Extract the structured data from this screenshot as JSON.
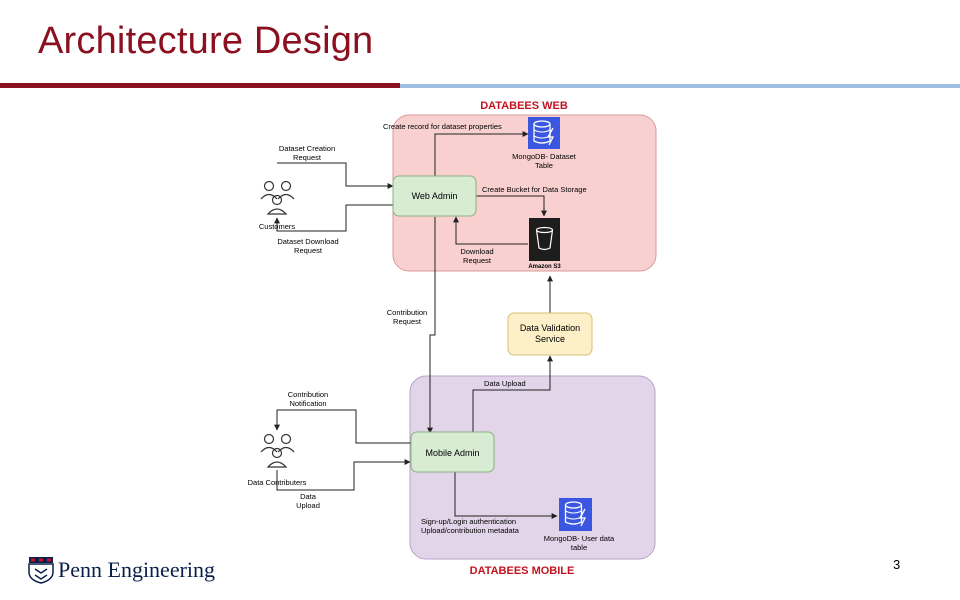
{
  "slide": {
    "title": "Architecture Design",
    "page_number": "3",
    "logo_text": "Penn Engineering"
  },
  "diagram": {
    "web_region_title": "DATABEES WEB",
    "mobile_region_title": "DATABEES MOBILE",
    "nodes": {
      "web_admin": "Web Admin",
      "mobile_admin": "Mobile Admin",
      "validation_line1": "Data  Validation",
      "validation_line2": "Service",
      "mongodb_dataset_line1": "MongoDB- Dataset",
      "mongodb_dataset_line2": "Table",
      "amazon_s3": "Amazon S3",
      "mongodb_user_line1": "MongoDB- User data",
      "mongodb_user_line2": "table",
      "customers": "Customers",
      "data_contributers": "Data Contributers"
    },
    "edges": {
      "dataset_creation_line1": "Dataset Creation",
      "dataset_creation_line2": "Request",
      "dataset_download_line1": "Dataset Download",
      "dataset_download_line2": "Request",
      "create_record": "Create record for dataset properties",
      "create_bucket": "Create Bucket for Data Storage",
      "download_request_line1": "Download",
      "download_request_line2": "Request",
      "contribution_request_line1": "Contribution",
      "contribution_request_line2": "Request",
      "data_upload_top": "Data Upload",
      "contribution_notification_line1": "Contribution",
      "contribution_notification_line2": "Notification",
      "data_upload_line1": "Data",
      "data_upload_line2": "Upload",
      "signup_line1": "Sign-up/Login authentication",
      "signup_line2": "Upload/contribution metadata"
    }
  },
  "colors": {
    "title": "#8b1020",
    "web_region": "#f8d0cf",
    "mobile_region": "#e2d4e9",
    "admin_box": "#d8ecd4",
    "validation_box": "#fdf0c8",
    "database_icon": "#3b56e0",
    "s3_icon": "#1d1d1d"
  }
}
